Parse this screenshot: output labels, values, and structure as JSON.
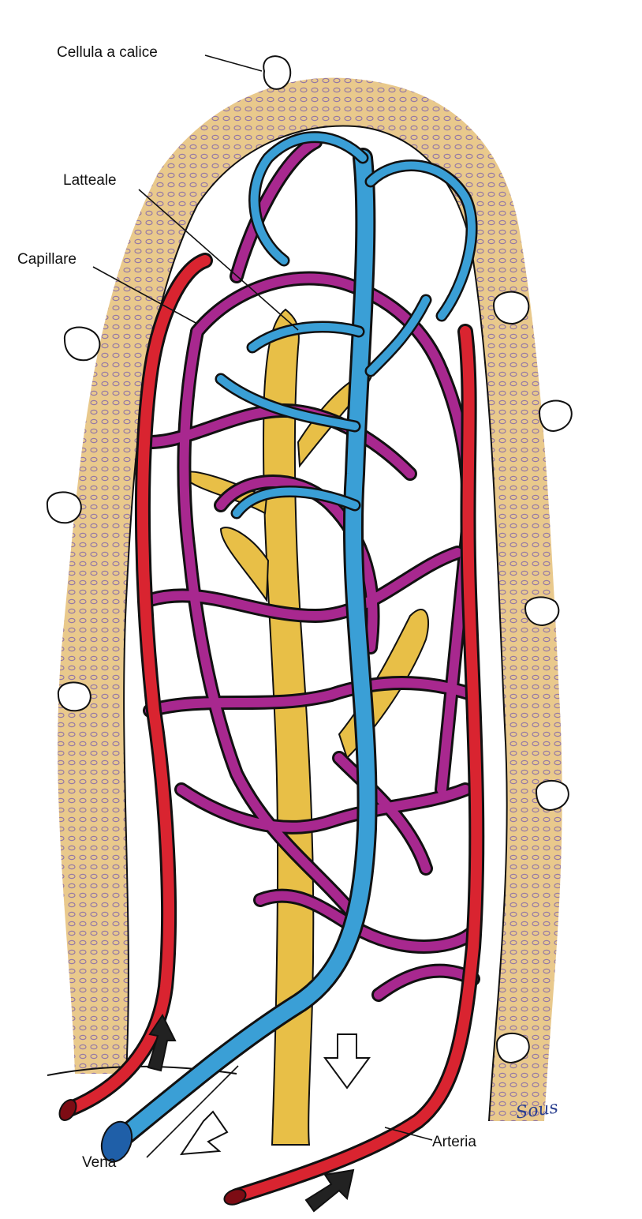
{
  "labels": {
    "goblet_cell": "Cellula a calice",
    "lacteal": "Latteale",
    "capillary": "Capillare",
    "vein": "Vena",
    "artery": "Arteria"
  },
  "signature": "Sous",
  "colors": {
    "epithelium": "#e9c98c",
    "epithelium_nuclei": "#8b6fa8",
    "artery": "#d92430",
    "vein": "#3a9fd6",
    "capillary": "#a8288f",
    "lacteal": "#e8bf47",
    "outline": "#111111"
  }
}
